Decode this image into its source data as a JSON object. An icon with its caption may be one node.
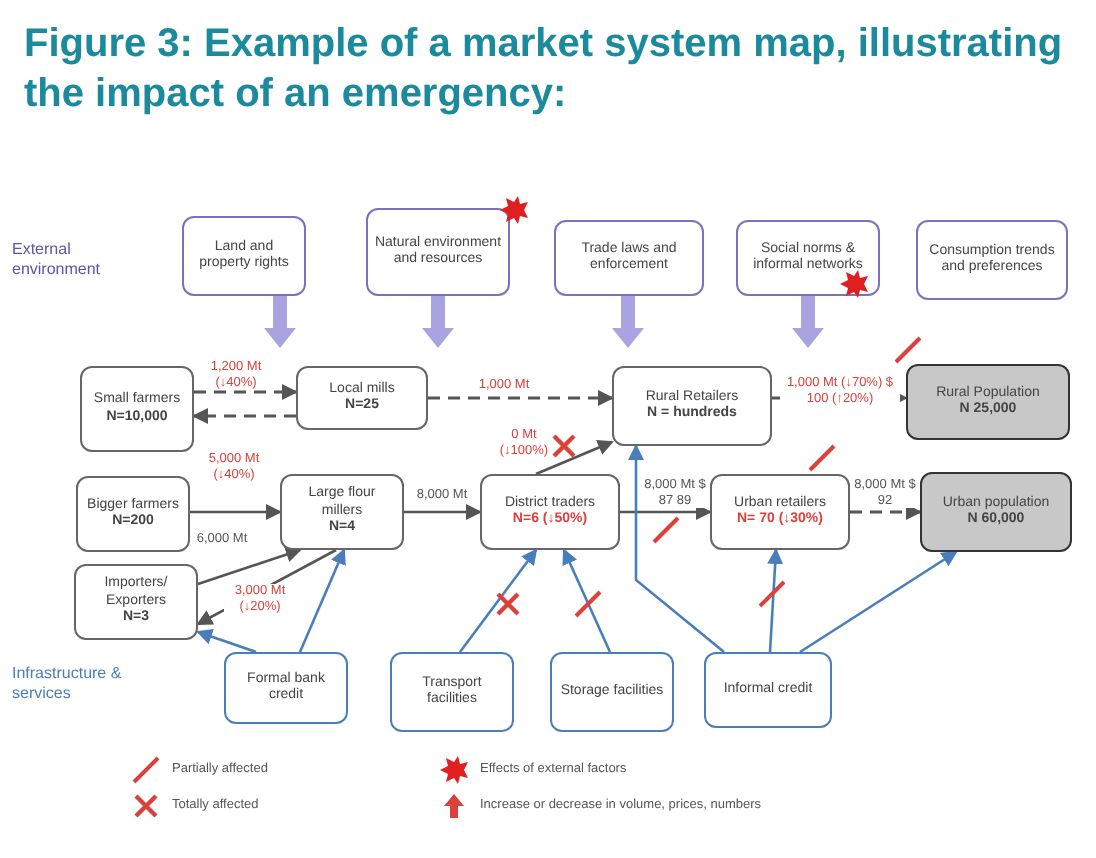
{
  "diagram": {
    "title": "Figure 3: Example of a market system map, illustrating the impact of an emergency:",
    "nodes": [
      {
        "text": [
          "Land and property rights"
        ]
      },
      {
        "text": [
          "Natural environment and resources"
        ]
      },
      {
        "text": [
          "Trade laws and enforcement"
        ]
      },
      {
        "text": [
          "Social norms & informal networks"
        ]
      },
      {
        "text": [
          "Consumption trends and preferences"
        ]
      },
      {
        "text": [
          "Small farmers",
          "N=10,000"
        ]
      },
      {
        "text": [
          "Local mills",
          "N=25"
        ]
      },
      {
        "text": [
          "Rural Retailers",
          "N = hundreds"
        ]
      },
      {
        "text": [
          "Rural Population",
          "N 25,000"
        ]
      },
      {
        "text": [
          "Bigger farmers",
          "N=200"
        ]
      },
      {
        "text": [
          "Large flour millers",
          "N=4"
        ]
      },
      {
        "text": [
          "District traders",
          "N=6 (↓50%)"
        ]
      },
      {
        "text": [
          "Urban retailers",
          "N= 70 (↓30%)"
        ]
      },
      {
        "text": [
          "Urban population",
          "N 60,000"
        ]
      },
      {
        "text": [
          "Importers/ Exporters",
          "N=3"
        ]
      },
      {
        "text": [
          "Formal bank credit"
        ]
      },
      {
        "text": [
          "Transport facilities"
        ]
      },
      {
        "text": [
          "Storage facilities"
        ]
      },
      {
        "text": [
          "Informal credit"
        ]
      }
    ],
    "edges": [
      {
        "from": 0,
        "to": null,
        "arrow": "to",
        "style": "thick",
        "color": "#a9a3e0"
      },
      {
        "from": 1,
        "to": null,
        "arrow": "to",
        "style": "thick",
        "color": "#a9a3e0"
      },
      {
        "from": 2,
        "to": null,
        "arrow": "to",
        "style": "thick",
        "color": "#a9a3e0"
      },
      {
        "from": 3,
        "to": null,
        "arrow": "to",
        "style": "thick",
        "color": "#a9a3e0"
      },
      {
        "from": 5,
        "to": 6,
        "arrow": "to",
        "style": "dashed",
        "label": "1,200 Mt (↓40%)"
      },
      {
        "from": 6,
        "to": 5,
        "arrow": "to",
        "style": "dashed"
      },
      {
        "from": 6,
        "to": 7,
        "arrow": "to",
        "style": "dashed",
        "label": "1,000 Mt"
      },
      {
        "from": 11,
        "to": 7,
        "arrow": "to",
        "label": "0 Mt (↓100%)"
      },
      {
        "from": 7,
        "to": 8,
        "arrow": "to",
        "style": "dashed",
        "label": "1,000 Mt (↓70%) $ 100 (↑20%)"
      },
      {
        "from": 9,
        "to": 10,
        "arrow": "to",
        "label": "5,000 Mt (↓40%)"
      },
      {
        "from": 10,
        "to": 11,
        "arrow": "to",
        "label": "8,000 Mt"
      },
      {
        "from": 11,
        "to": 12,
        "arrow": "to",
        "label": "8,000 Mt $ 87 89"
      },
      {
        "from": 12,
        "to": 13,
        "arrow": "to",
        "style": "dashed",
        "label": "8,000 Mt $ 92"
      },
      {
        "from": 14,
        "to": 10,
        "arrow": "to",
        "label": "6,000 Mt"
      },
      {
        "from": 10,
        "to": 14,
        "arrow": "to",
        "label": "3,000 Mt (↓20%)"
      },
      {
        "from": 15,
        "to": 10,
        "arrow": "to",
        "color": "#4a7ebb"
      },
      {
        "from": 15,
        "to": 14,
        "arrow": "to",
        "color": "#4a7ebb"
      },
      {
        "from": 16,
        "to": 11,
        "arrow": "to",
        "color": "#4a7ebb"
      },
      {
        "from": 17,
        "to": 11,
        "arrow": "to",
        "color": "#4a7ebb"
      },
      {
        "from": 18,
        "to": 7,
        "arrow": "to",
        "color": "#4a7ebb"
      },
      {
        "from": 18,
        "to": 12,
        "arrow": "to",
        "color": "#4a7ebb"
      },
      {
        "from": 18,
        "to": 13,
        "arrow": "to",
        "color": "#4a7ebb"
      }
    ],
    "labels": [
      "External environment",
      "Infrastructure & services"
    ],
    "legend": [
      {
        "text": "Partially affected"
      },
      {
        "text": "Totally affected"
      },
      {
        "text": "Effects of external factors"
      },
      {
        "text": "Increase or decrease in volume, prices, numbers"
      }
    ]
  }
}
